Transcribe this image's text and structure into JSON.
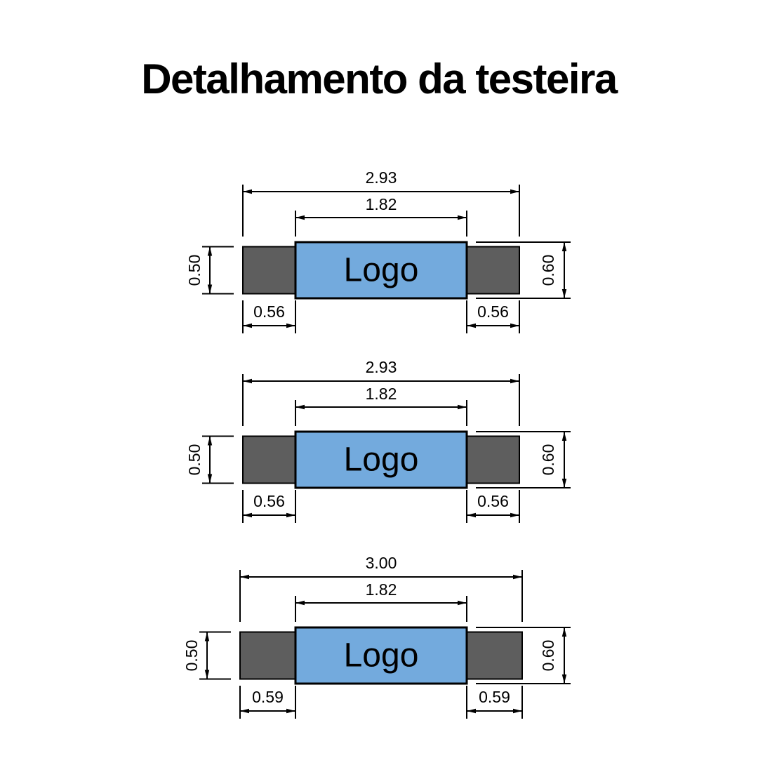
{
  "title": "Detalhamento da testeira",
  "colors": {
    "background": "#ffffff",
    "logo_fill": "#73aadd",
    "end_cap_fill": "#5e5e5e",
    "line": "#000000",
    "text": "#000000"
  },
  "diagrams": [
    {
      "name": "testeira-diagram-1",
      "logo_label": "Logo",
      "dimensions": {
        "total_width": "2.93",
        "logo_width": "1.82",
        "left_cap_height": "0.50",
        "right_cap_height": "0.60",
        "left_cap_width": "0.56",
        "right_cap_width": "0.56"
      }
    },
    {
      "name": "testeira-diagram-2",
      "logo_label": "Logo",
      "dimensions": {
        "total_width": "2.93",
        "logo_width": "1.82",
        "left_cap_height": "0.50",
        "right_cap_height": "0.60",
        "left_cap_width": "0.56",
        "right_cap_width": "0.56"
      }
    },
    {
      "name": "testeira-diagram-3",
      "logo_label": "Logo",
      "dimensions": {
        "total_width": "3.00",
        "logo_width": "1.82",
        "left_cap_height": "0.50",
        "right_cap_height": "0.60",
        "left_cap_width": "0.59",
        "right_cap_width": "0.59"
      }
    }
  ]
}
